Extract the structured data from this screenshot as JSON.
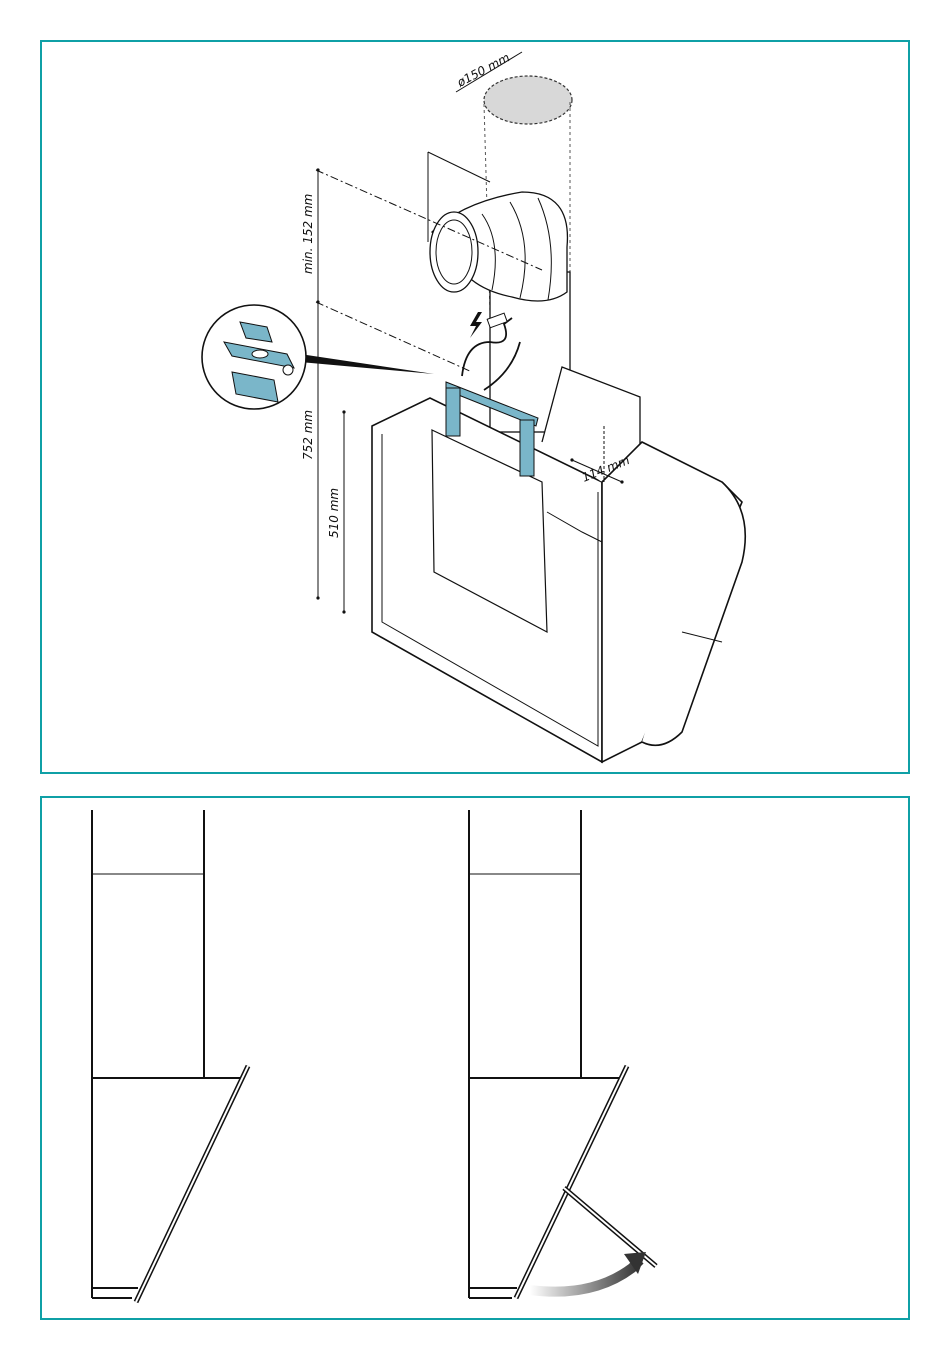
{
  "dimensions": {
    "duct_diameter": "ø150 mm",
    "min_height": "min. 152 mm",
    "total_height": "752 mm",
    "body_height": "510 mm",
    "offset": "114 mm"
  },
  "colors": {
    "frame": "#0fa0a6",
    "bracket": "#7ab6c9",
    "duct_cap": "#d8d8d8",
    "line": "#111111"
  },
  "icons": {
    "electric": "lightning-icon",
    "rotate": "curved-arrow-icon"
  }
}
